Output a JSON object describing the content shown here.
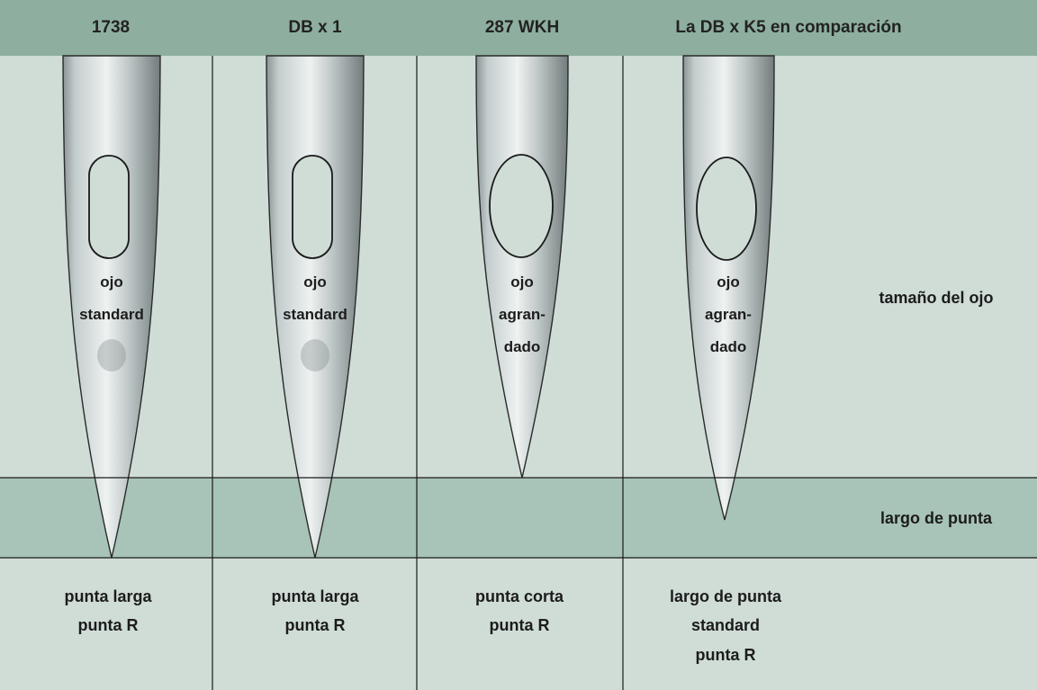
{
  "columns": [
    {
      "title": "1738",
      "eye_lines": [
        "ojo",
        "standard"
      ],
      "tip_lines": [
        "punta larga",
        "punta R"
      ]
    },
    {
      "title": "DB x 1",
      "eye_lines": [
        "ojo",
        "standard"
      ],
      "tip_lines": [
        "punta larga",
        "punta R"
      ]
    },
    {
      "title": "287 WKH",
      "eye_lines": [
        "ojo",
        "agran-",
        "dado"
      ],
      "tip_lines": [
        "punta corta",
        "punta R"
      ]
    },
    {
      "title": "La DB x K5 en comparación",
      "eye_lines": [
        "ojo",
        "agran-",
        "dado"
      ],
      "tip_lines": [
        "largo de punta",
        "standard",
        "punta R"
      ]
    }
  ],
  "row_labels": {
    "eye_size": "tamaño del ojo",
    "point_length": "largo de punta"
  },
  "colors": {
    "header_band": "#8eaf9f",
    "body_bg": "#cfddd6",
    "point_band": "#a8c3b7",
    "needle_light": "#eef2f1",
    "needle_mid": "#b4bebe",
    "needle_dark": "#6f7878",
    "lines": "#1a1a1a"
  }
}
